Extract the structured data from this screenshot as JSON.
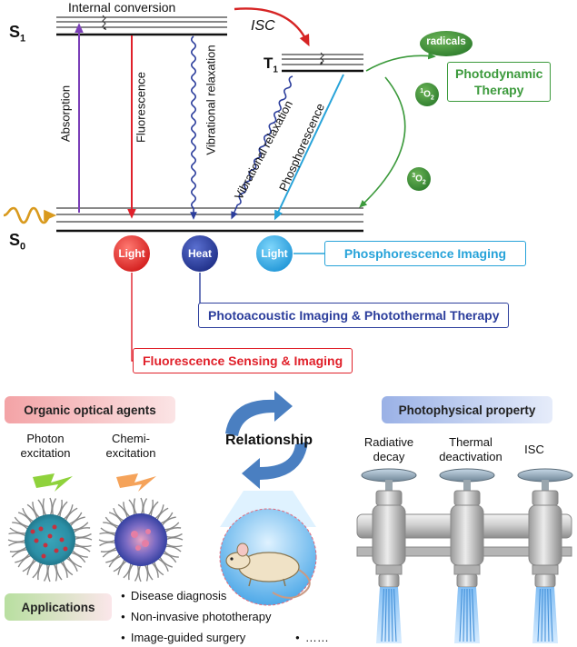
{
  "jablonski": {
    "s1": "S",
    "s1_sub": "1",
    "t1": "T",
    "t1_sub": "1",
    "s0": "S",
    "s0_sub": "0",
    "internal_conversion": "Internal conversion",
    "isc": "ISC",
    "absorption": "Absorption",
    "fluorescence": "Fluorescence",
    "vibrational_relaxation_1": "Vibrational relaxation",
    "vibrational_relaxation_2": "Vibrational relaxation",
    "phosphorescence": "Phosphorescence",
    "radicals": "radicals",
    "singlet_oxygen_sup": "1",
    "singlet_oxygen": "O",
    "singlet_oxygen_sub": "2",
    "triplet_oxygen_sup": "3",
    "triplet_oxygen": "O",
    "triplet_oxygen_sub": "2",
    "photodynamic_line1": "Photodynamic",
    "photodynamic_line2": "Therapy"
  },
  "outputs": {
    "light1": "Light",
    "heat": "Heat",
    "light2": "Light",
    "phosphorescence_imaging": "Phosphorescence Imaging",
    "photoacoustic": "Photoacoustic Imaging & Photothermal Therapy",
    "fluorescence_sensing": "Fluorescence Sensing & Imaging"
  },
  "bottom": {
    "organic_agents": "Organic optical agents",
    "photon_line1": "Photon",
    "photon_line2": "excitation",
    "chemi_line1": "Chemi-",
    "chemi_line2": "excitation",
    "relationship": "Relationship",
    "photophysical": "Photophysical property",
    "radiative_line1": "Radiative",
    "radiative_line2": "decay",
    "thermal_line1": "Thermal",
    "thermal_line2": "deactivation",
    "isc": "ISC",
    "applications": "Applications",
    "app1": "Disease diagnosis",
    "app2": "Non-invasive phototherapy",
    "app3": "Image-guided surgery",
    "ellipsis": "……"
  },
  "colors": {
    "absorption": "#7b3fb8",
    "fluorescence": "#e0202a",
    "vibrational": "#2c3e9c",
    "phosphorescence": "#27a3d9",
    "isc": "#d62424",
    "pdt": "#3c9a3c",
    "red_ribbon": "#f3a3a6",
    "blue_ribbon": "#9ab1e6"
  }
}
